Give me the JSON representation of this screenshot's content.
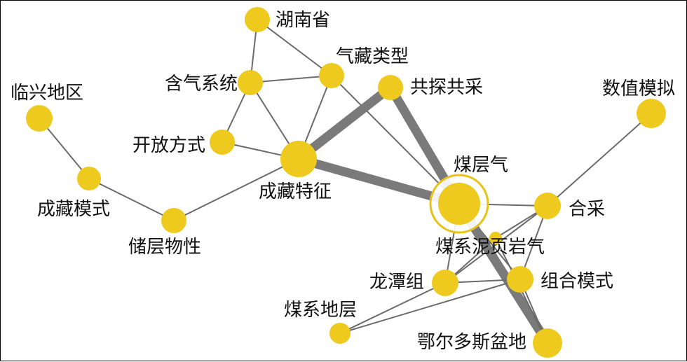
{
  "colors": {
    "node": "#EEC91E",
    "edge": "#6b6b6b",
    "edge_strong": "#7a7a7a",
    "highlight_ring": "#E8C21A",
    "label": "#111111"
  },
  "nodes": [
    {
      "id": "hunan",
      "label": "湖南省"
    },
    {
      "id": "gas_type",
      "label": "气藏类型"
    },
    {
      "id": "gas_system",
      "label": "含气系统"
    },
    {
      "id": "co_explore",
      "label": "共探共采"
    },
    {
      "id": "numerical",
      "label": "数值模拟"
    },
    {
      "id": "linxing",
      "label": "临兴地区"
    },
    {
      "id": "open_mode",
      "label": "开放方式"
    },
    {
      "id": "reservoir",
      "label": "成藏特征"
    },
    {
      "id": "cbm",
      "label": "煤层气"
    },
    {
      "id": "res_mode",
      "label": "成藏模式"
    },
    {
      "id": "co_prod",
      "label": "合采"
    },
    {
      "id": "storage",
      "label": "储层物性"
    },
    {
      "id": "shale_gas",
      "label": "煤系泥页岩气"
    },
    {
      "id": "longtan",
      "label": "龙潭组"
    },
    {
      "id": "combo_mode",
      "label": "组合模式"
    },
    {
      "id": "coal_strata",
      "label": "煤系地层"
    },
    {
      "id": "ordos",
      "label": "鄂尔多斯盆地"
    }
  ],
  "edges": [
    {
      "source": "hunan",
      "target": "gas_system",
      "weight": 1
    },
    {
      "source": "hunan",
      "target": "gas_type",
      "weight": 1
    },
    {
      "source": "gas_system",
      "target": "gas_type",
      "weight": 1
    },
    {
      "source": "gas_system",
      "target": "open_mode",
      "weight": 1
    },
    {
      "source": "gas_system",
      "target": "reservoir",
      "weight": 1
    },
    {
      "source": "gas_type",
      "target": "reservoir",
      "weight": 1
    },
    {
      "source": "gas_type",
      "target": "cbm",
      "weight": 1
    },
    {
      "source": "open_mode",
      "target": "reservoir",
      "weight": 1
    },
    {
      "source": "co_explore",
      "target": "reservoir",
      "weight": 5
    },
    {
      "source": "co_explore",
      "target": "cbm",
      "weight": 5
    },
    {
      "source": "reservoir",
      "target": "cbm",
      "weight": 5
    },
    {
      "source": "linxing",
      "target": "res_mode",
      "weight": 1
    },
    {
      "source": "res_mode",
      "target": "storage",
      "weight": 1
    },
    {
      "source": "storage",
      "target": "reservoir",
      "weight": 1
    },
    {
      "source": "numerical",
      "target": "co_prod",
      "weight": 1
    },
    {
      "source": "cbm",
      "target": "co_prod",
      "weight": 1
    },
    {
      "source": "cbm",
      "target": "combo_mode",
      "weight": 1
    },
    {
      "source": "cbm",
      "target": "ordos",
      "weight": 5
    },
    {
      "source": "cbm",
      "target": "longtan",
      "weight": 1
    },
    {
      "source": "co_prod",
      "target": "combo_mode",
      "weight": 1
    },
    {
      "source": "co_prod",
      "target": "longtan",
      "weight": 1
    },
    {
      "source": "co_prod",
      "target": "shale_gas",
      "weight": 1
    },
    {
      "source": "shale_gas",
      "target": "longtan",
      "weight": 1
    },
    {
      "source": "shale_gas",
      "target": "ordos",
      "weight": 1
    },
    {
      "source": "longtan",
      "target": "combo_mode",
      "weight": 1
    },
    {
      "source": "longtan",
      "target": "coal_strata",
      "weight": 1
    },
    {
      "source": "combo_mode",
      "target": "ordos",
      "weight": 1
    },
    {
      "source": "combo_mode",
      "target": "coal_strata",
      "weight": 1
    }
  ]
}
